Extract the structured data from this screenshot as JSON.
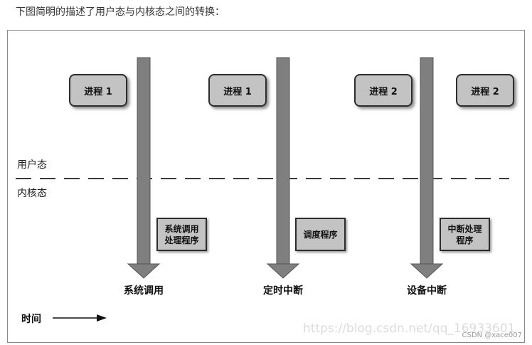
{
  "caption": "下图简明的描述了用户态与内核态之间的转换：",
  "modes": {
    "user": "用户态",
    "kernel": "内核态"
  },
  "processes": [
    {
      "label": "进程 1"
    },
    {
      "label": "进程 1"
    },
    {
      "label": "进程 2"
    },
    {
      "label": "进程 2"
    }
  ],
  "handlers": [
    {
      "label": "系统调用\n处理程序"
    },
    {
      "label": "调度程序"
    },
    {
      "label": "中断处理\n程序"
    }
  ],
  "events": [
    {
      "label": "系统调用"
    },
    {
      "label": "定时中断"
    },
    {
      "label": "设备中断"
    }
  ],
  "time_label": "时间",
  "watermark": "https://blog.csdn.net/qq_16933601",
  "csdn_label": "CSDN @xace007",
  "colors": {
    "arrow": "#7f7f7f",
    "box_fill": "#c3c3c3",
    "box_border": "#2d2d2d"
  }
}
